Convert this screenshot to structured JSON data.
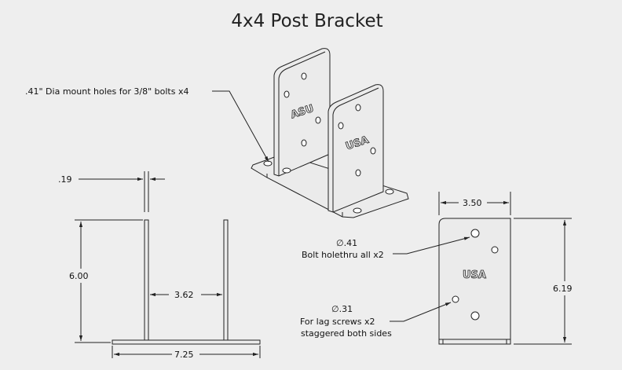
{
  "title": "4x4 Post Bracket",
  "callouts": {
    "mount_holes": ".41\" Dia mount holes for 3/8\" bolts x4",
    "bolt_hole_dia": "∅.41",
    "bolt_hole_note": "Bolt holethru all x2",
    "lag_hole_dia": "∅.31",
    "lag_note_1": "For lag screws x2",
    "lag_note_2": "staggered both sides"
  },
  "dimensions": {
    "thickness": ".19",
    "height": "6.00",
    "inner_gap": "3.62",
    "base_width": "7.25",
    "plate_width": "3.50",
    "plate_height": "6.19"
  },
  "engravings": {
    "iso_left": "ASU",
    "iso_right": "USA",
    "side_plate": "USA"
  },
  "colors": {
    "background": "#eeeeee",
    "line": "#222222"
  }
}
